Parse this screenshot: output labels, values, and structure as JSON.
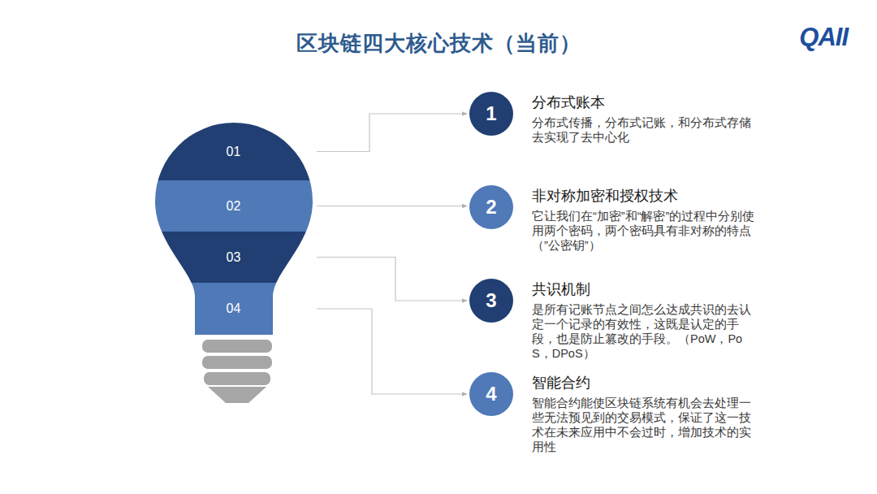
{
  "diagram": {
    "title": "区块链四大核心技术（当前）",
    "nodes": [
      {
        "text": [
          "01"
        ]
      },
      {
        "text": [
          "02"
        ]
      },
      {
        "text": [
          "03"
        ]
      },
      {
        "text": [
          "04"
        ]
      },
      {
        "text": [
          "1",
          "分布式账本",
          "分布式传播，分布式记账，和分布式存储去实现了去中心化"
        ]
      },
      {
        "text": [
          "2",
          "非对称加密和授权技术",
          "它让我们在“加密”和“解密”的过程中分别使用两个密码，两个密码具有非对称的特点（”公密钥”）"
        ]
      },
      {
        "text": [
          "3",
          "共识机制",
          "是所有记账节点之间怎么达成共识的去认定一个记录的有效性，这既是认定的手段，也是防止篡改的手段。（PoW，PoS，DPoS）"
        ]
      },
      {
        "text": [
          "4",
          "智能合约",
          "智能合约能使区块链系统有机会去处理一些无法预见到的交易模式，保证了这一技术在未来应用中不会过时，增加技术的实用性"
        ]
      }
    ],
    "edges": [
      {
        "from": 0,
        "to": 4,
        "arrow": "to"
      },
      {
        "from": 1,
        "to": 5,
        "arrow": "to"
      },
      {
        "from": 2,
        "to": 6,
        "arrow": "to"
      },
      {
        "from": 3,
        "to": 7,
        "arrow": "to"
      }
    ],
    "labels": [
      "QAII"
    ]
  }
}
